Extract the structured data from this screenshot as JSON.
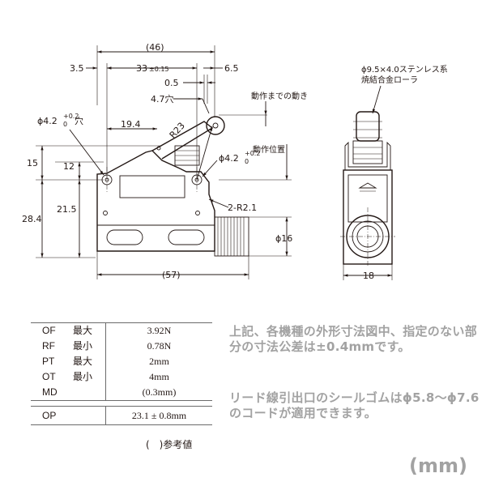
{
  "front_view": {
    "overall_width": "(46)",
    "left_offset": "3.5",
    "hole_pitch": "33",
    "hole_pitch_tol": "±0.15",
    "right_offset": "6.5",
    "lever_gap": "0.5",
    "hole_4_7": "4.7穴",
    "hole_4_2_left": "ϕ4.2",
    "hole_4_2_left_tol": "+0.2",
    "hole_4_2_left_tol0": "0",
    "hole_left_suffix": "穴",
    "dim_19_4": "19.4",
    "radius_r23": "R23",
    "pre_travel_label": "動作までの動き",
    "operating_position_label": "動作位置",
    "hole_4_2_right": "ϕ4.2",
    "hole_4_2_right_tol": "+0.2",
    "hole_4_2_right_tol0": "0",
    "dim_15": "15",
    "dim_12": "12",
    "dim_21_5": "21.5",
    "dim_28_4": "28.4",
    "corner_radius": "2-R2.1",
    "body_width": "(57)",
    "connector_dia": "ϕ16"
  },
  "side_view": {
    "roller_label_line1": "ϕ9.5×4.0ステンレス系",
    "roller_label_line2": "焼結合金ローラ",
    "width": "18"
  },
  "spec_table": {
    "rows": [
      {
        "symbol": "OF",
        "limit": "最大",
        "value": "3.92N"
      },
      {
        "symbol": "RF",
        "limit": "最小",
        "value": "0.78N"
      },
      {
        "symbol": "PT",
        "limit": "最大",
        "value": "2mm"
      },
      {
        "symbol": "OT",
        "limit": "最小",
        "value": "4mm"
      },
      {
        "symbol": "MD",
        "limit": "",
        "value": "(0.3mm)"
      }
    ],
    "op": {
      "symbol": "OP",
      "limit": "",
      "value": "23.1 ± 0.8mm"
    }
  },
  "legend": "(　)参考値",
  "note_tolerance": "上記、各機種の外形寸法図中、指定のない部分の寸法公差は±0.4mmです。",
  "note_cable": "リード線引出口のシールゴムはϕ5.8～ϕ7.6のコードが適用できます。",
  "unit": "(mm)"
}
